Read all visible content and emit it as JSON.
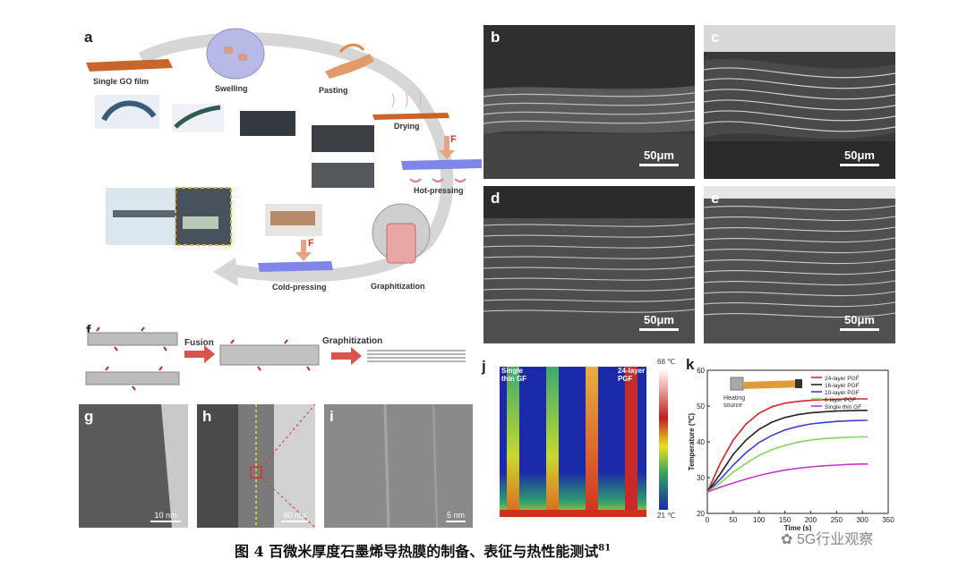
{
  "figure": {
    "caption": "图 4   百微米厚度石墨烯导热膜的制备、表征与热性能测试",
    "caption_ref": "81",
    "watermark": "5G行业观察",
    "panels": {
      "a": "a",
      "b": "b",
      "c": "c",
      "d": "d",
      "e": "e",
      "f": "f",
      "g": "g",
      "h": "h",
      "i": "i",
      "j": "j",
      "k": "k"
    },
    "process": {
      "single_go": "Single GO film",
      "swelling": "Swelling",
      "pasting": "Pasting",
      "drying": "Drying",
      "hot_pressing": "Hot-pressing",
      "graphitization": "Graphitization",
      "cold_pressing": "Cold-pressing",
      "force": "F"
    },
    "fusion": {
      "fusion": "Fusion",
      "graphitization": "Graphitization"
    },
    "sem_scale": "50μm",
    "tem_scales": {
      "g": "10 nm",
      "h": "60 nm",
      "i": "5 nm"
    },
    "thermal": {
      "left_label": "Single thin GF",
      "right_label": "24-layer PGF",
      "max_temp": "68 ℃",
      "min_temp": "21 ℃"
    },
    "inset": {
      "heating_source": "Heating source"
    },
    "colors": {
      "arrow": "#d9534f",
      "go_film": "#c8652a",
      "blue_plate": "#7f86e8"
    }
  },
  "chart_data": {
    "type": "line",
    "xlabel": "Time (s)",
    "ylabel": "Temperature (℃)",
    "xlim": [
      0,
      350
    ],
    "ylim": [
      20,
      60
    ],
    "xticks": [
      0,
      50,
      100,
      150,
      200,
      250,
      300,
      350
    ],
    "yticks": [
      20,
      30,
      40,
      50,
      60
    ],
    "legend_position": "top-right",
    "x": [
      0,
      25,
      50,
      75,
      100,
      125,
      150,
      175,
      200,
      225,
      250,
      275,
      300,
      310
    ],
    "series": [
      {
        "name": "24-layer PGF",
        "color": "#d62728",
        "values": [
          26,
          34,
          40.5,
          45,
          48,
          49.8,
          50.8,
          51.3,
          51.6,
          51.8,
          51.9,
          52,
          52,
          52
        ]
      },
      {
        "name": "16-layer PGF",
        "color": "#222222",
        "values": [
          26,
          31,
          36.5,
          40.5,
          43.5,
          45.5,
          46.8,
          47.6,
          48.1,
          48.4,
          48.6,
          48.7,
          48.8,
          48.8
        ]
      },
      {
        "name": "10-layer PGF",
        "color": "#3b3bd6",
        "values": [
          26,
          29.5,
          33.5,
          37,
          39.8,
          41.8,
          43.3,
          44.3,
          45,
          45.4,
          45.7,
          45.9,
          46,
          46
        ]
      },
      {
        "name": "6-layer PGF",
        "color": "#7ed957",
        "values": [
          26,
          28.5,
          31.5,
          34,
          36.2,
          37.8,
          39,
          39.9,
          40.5,
          40.9,
          41.1,
          41.3,
          41.4,
          41.4
        ]
      },
      {
        "name": "Single thin GF",
        "color": "#cc33cc",
        "values": [
          26,
          27.3,
          28.5,
          29.6,
          30.6,
          31.4,
          32.1,
          32.6,
          33,
          33.3,
          33.5,
          33.7,
          33.8,
          33.8
        ]
      }
    ]
  }
}
